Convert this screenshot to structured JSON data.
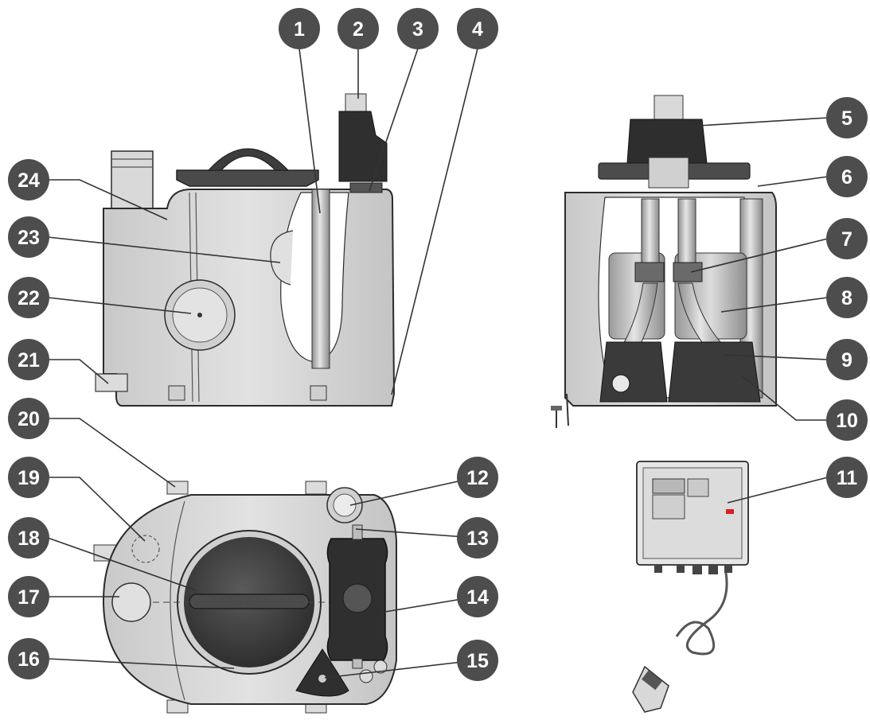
{
  "figure": {
    "callouts": [
      {
        "id": "1",
        "label": "1"
      },
      {
        "id": "2",
        "label": "2"
      },
      {
        "id": "3",
        "label": "3"
      },
      {
        "id": "4",
        "label": "4"
      },
      {
        "id": "5",
        "label": "5"
      },
      {
        "id": "6",
        "label": "6"
      },
      {
        "id": "7",
        "label": "7"
      },
      {
        "id": "8",
        "label": "8"
      },
      {
        "id": "9",
        "label": "9"
      },
      {
        "id": "10",
        "label": "10"
      },
      {
        "id": "11",
        "label": "11"
      },
      {
        "id": "12",
        "label": "12"
      },
      {
        "id": "13",
        "label": "13"
      },
      {
        "id": "14",
        "label": "14"
      },
      {
        "id": "15",
        "label": "15"
      },
      {
        "id": "16",
        "label": "16"
      },
      {
        "id": "17",
        "label": "17"
      },
      {
        "id": "18",
        "label": "18"
      },
      {
        "id": "19",
        "label": "19"
      },
      {
        "id": "20",
        "label": "20"
      },
      {
        "id": "21",
        "label": "21"
      },
      {
        "id": "22",
        "label": "22"
      },
      {
        "id": "23",
        "label": "23"
      },
      {
        "id": "24",
        "label": "24"
      }
    ],
    "colors": {
      "badge": "#4d4d4d",
      "tank_body": "#d7d7d7",
      "tank_dark": "#3a3a3a",
      "steel": "#bdbdbd"
    },
    "views": [
      "side-view",
      "front-view",
      "top-view",
      "control-box"
    ]
  }
}
